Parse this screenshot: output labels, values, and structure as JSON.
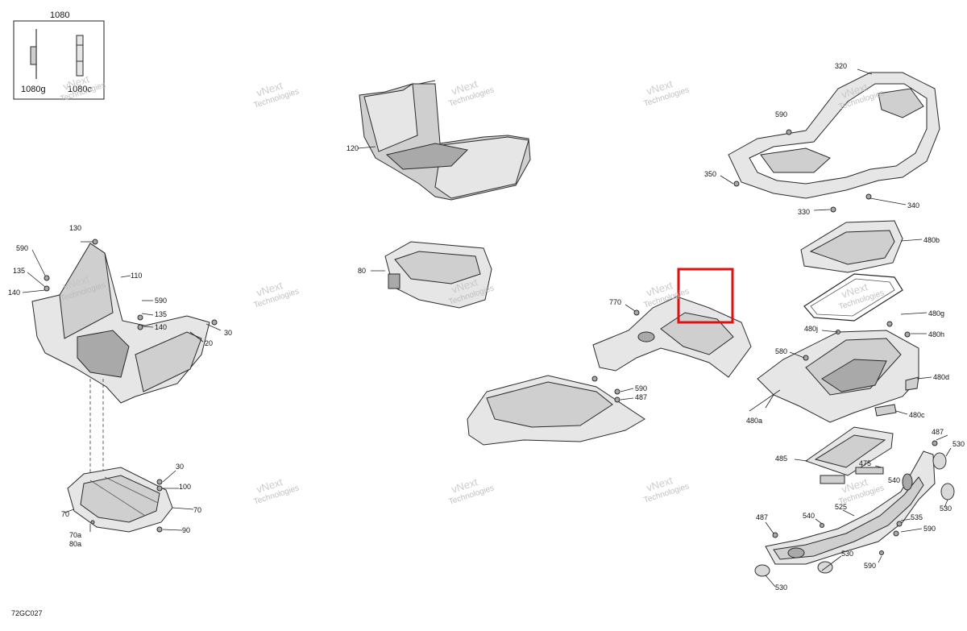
{
  "diagram": {
    "code": "72GC027",
    "inset": {
      "title": "1080",
      "sub_left": "1080g",
      "sub_right": "1080c"
    },
    "watermark": {
      "line1": "vNext",
      "line2": "Technologies"
    },
    "highlight_color": "#e01010",
    "callouts": {
      "c320": "320",
      "c590a": "590",
      "c350": "350",
      "c330": "330",
      "c340": "340",
      "c480b": "480b",
      "c480g": "480g",
      "c480j": "480j",
      "c480h": "480h",
      "c580": "580",
      "c480d": "480d",
      "c480a": "480a",
      "c480c": "480c",
      "c485": "485",
      "c475": "475",
      "c540a": "540",
      "c487a": "487",
      "c530a": "530",
      "c530b": "530",
      "c487b": "487",
      "c540b": "540",
      "c525": "525",
      "c535": "535",
      "c590b": "590",
      "c530c": "530",
      "c590c": "590",
      "c530d": "530",
      "c120": "120",
      "c80": "80",
      "c770": "770",
      "c590d": "590",
      "c487c": "487",
      "c130": "130",
      "c590e": "590",
      "c135a": "135",
      "c140a": "140",
      "c110": "110",
      "c590f": "590",
      "c135b": "135",
      "c140b": "140",
      "c30a": "30",
      "c20": "20",
      "c30b": "30",
      "c100": "100",
      "c70a": "70",
      "c70b": "70",
      "c90": "90",
      "c70a_sub": "70a",
      "c80a_sub": "80a"
    }
  }
}
